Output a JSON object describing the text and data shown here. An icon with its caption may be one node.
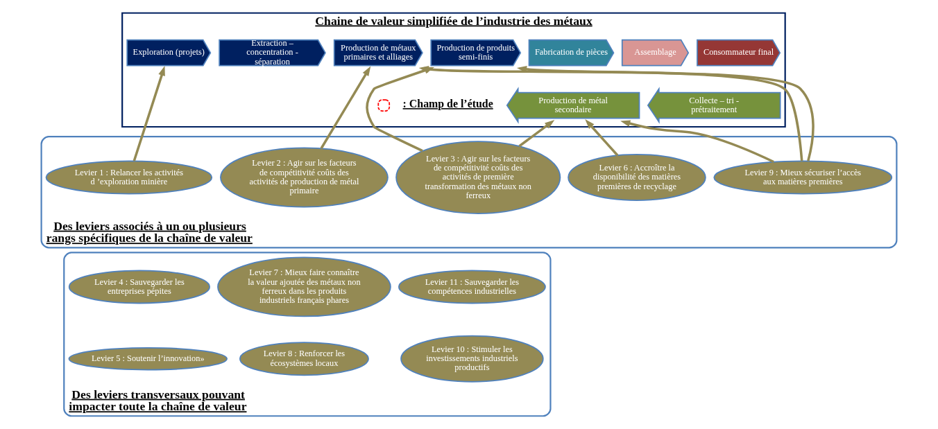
{
  "diagram": {
    "nodes": [
      {
        "text": [
          "Chaine de valeur simplifiée de l’industrie des métaux"
        ]
      },
      {
        "text": [
          "Exploration (projets)"
        ],
        "in": 0
      },
      {
        "text": [
          "Extraction – concentration - séparation"
        ],
        "in": 0
      },
      {
        "text": [
          "Production de métaux primaires et alliages"
        ],
        "in": 0
      },
      {
        "text": [
          "Production de produits semi-finis"
        ],
        "in": 0
      },
      {
        "text": [
          "Fabrication de pièces"
        ],
        "in": 0
      },
      {
        "text": [
          "Assemblage"
        ],
        "in": 0
      },
      {
        "text": [
          "Consommateur final"
        ],
        "in": 0
      },
      {
        "text": [
          "Production de métal secondaire"
        ],
        "in": 0
      },
      {
        "text": [
          "Collecte – tri - prétraitement"
        ],
        "in": 0
      },
      {
        "text": [
          "Des leviers associés à un ou plusieurs rangs spécifiques de la chaîne de valeur"
        ]
      },
      {
        "text": [
          "Levier 1 : Relancer les activités d ’exploration minière"
        ],
        "in": 10
      },
      {
        "text": [
          "Levier 2 : Agir sur les facteurs de compétitivité coûts des activités de production de métal primaire"
        ],
        "in": 10
      },
      {
        "text": [
          "Levier 3 : Agir sur les facteurs de compétitivité coûts des activités de première transformation des métaux non ferreux"
        ],
        "in": 10
      },
      {
        "text": [
          "Levier 6 : Accroître la disponibilité des matières premières de recyclage"
        ],
        "in": 10
      },
      {
        "text": [
          "Levier 9 : Mieux sécuriser l’accès aux matières premières"
        ],
        "in": 10
      },
      {
        "text": [
          "Des leviers transversaux pouvant impacter toute la chaîne de valeur"
        ]
      },
      {
        "text": [
          "Levier 4 : Sauvegarder les entreprises pépites"
        ],
        "in": 16
      },
      {
        "text": [
          "Levier 7 : Mieux faire connaître la valeur ajoutée des métaux non ferreux dans les produits industriels français phares"
        ],
        "in": 16
      },
      {
        "text": [
          "Levier 11 : Sauvegarder les compétences industrielles"
        ],
        "in": 16
      },
      {
        "text": [
          "Levier 5 : Soutenir l’innovation»"
        ],
        "in": 16
      },
      {
        "text": [
          "Levier 8 : Renforcer les écosystèmes locaux"
        ],
        "in": 16
      },
      {
        "text": [
          "Levier 10 : Stimuler les investissements industriels productifs"
        ],
        "in": 16
      }
    ],
    "edges": [
      {
        "from": 11,
        "to": 1,
        "arrow": "to"
      },
      {
        "from": 12,
        "to": 3,
        "arrow": "to"
      },
      {
        "from": 15,
        "to": 3,
        "arrow": "to"
      },
      {
        "from": 13,
        "to": 4,
        "arrow": "to"
      },
      {
        "from": 15,
        "to": 4,
        "arrow": "to"
      },
      {
        "from": 13,
        "to": 8,
        "arrow": "to"
      },
      {
        "from": 15,
        "to": 8,
        "arrow": "to"
      },
      {
        "from": 14,
        "to": 8,
        "arrow": "to"
      }
    ],
    "legend": [
      {
        "text": ": Champ de l’étude"
      }
    ]
  }
}
